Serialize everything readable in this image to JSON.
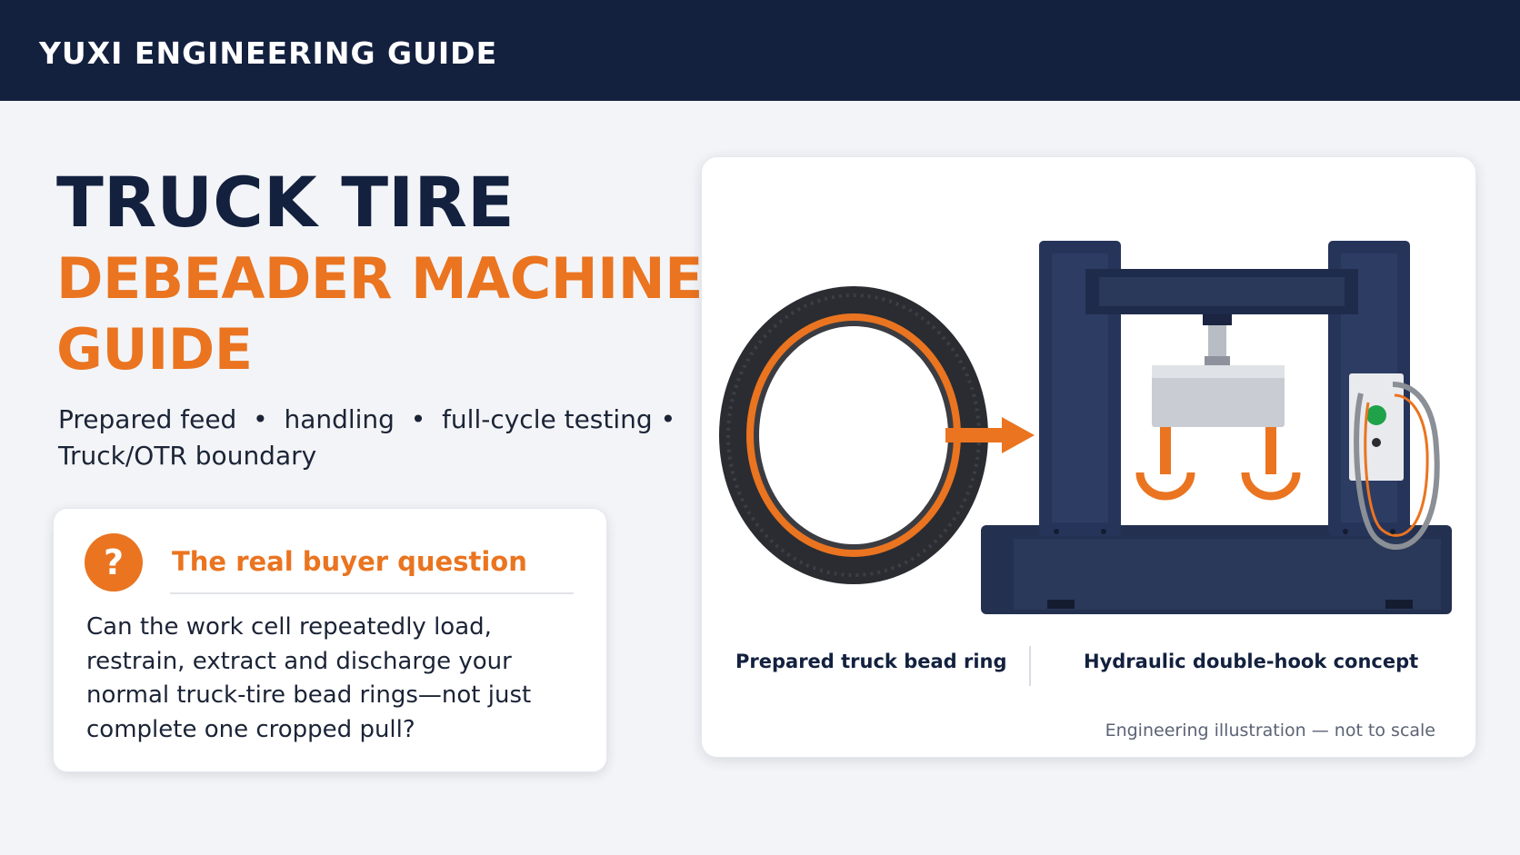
{
  "header": {
    "brand": "YUXI ENGINEERING GUIDE"
  },
  "hero": {
    "title_line1": "TRUCK TIRE",
    "title_line2": "DEBEADER MACHINE",
    "title_line3": "GUIDE",
    "subtitle_line1": "Prepared feed  •  handling  •  full-cycle testing •",
    "subtitle_line2": "Truck/OTR boundary"
  },
  "question_card": {
    "icon": "question-mark-icon",
    "icon_glyph": "?",
    "heading": "The real buyer question",
    "body": "Can the work cell repeatedly load, restrain, extract and discharge your normal truck-tire bead rings—not just complete one cropped pull?"
  },
  "illustration": {
    "caption_left": "Prepared truck bead ring",
    "caption_right": "Hydraulic double-hook concept",
    "footnote": "Engineering illustration — not to scale"
  },
  "colors": {
    "navy": "#13213f",
    "orange": "#ea7420",
    "background": "#f3f4f7",
    "card": "#ffffff"
  }
}
